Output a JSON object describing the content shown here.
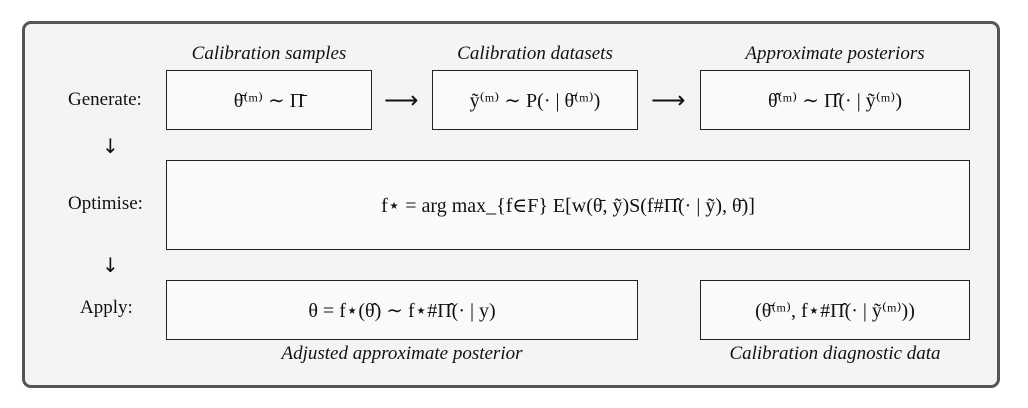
{
  "captions": {
    "samples": "Calibration samples",
    "datasets": "Calibration datasets",
    "posteriors": "Approximate posteriors",
    "adjusted": "Adjusted approximate posterior",
    "diagnostic": "Calibration diagnostic data"
  },
  "rows": {
    "generate": "Generate:",
    "optimise": "Optimise:",
    "apply": "Apply:"
  },
  "arrows": {
    "right": "⟶",
    "down": "↓"
  },
  "equations": {
    "sample": "θ̄⁽ᵐ⁾ ∼ Π̄",
    "dataset": "ỹ⁽ᵐ⁾ ∼ P(· | θ̄⁽ᵐ⁾)",
    "posterior": "θ̂⁽ᵐ⁾ ∼ Π̂(· | ỹ⁽ᵐ⁾)",
    "optimise": "f⋆ = arg max_{f∈F} E[w(θ̄, ỹ)S(f#Π̂(· | ỹ), θ̄)]",
    "apply": "θ = f⋆(θ̂) ∼ f⋆#Π̂(· | y)",
    "diagnostic": "(θ̄⁽ᵐ⁾, f⋆#Π̂(· | ỹ⁽ᵐ⁾))"
  }
}
